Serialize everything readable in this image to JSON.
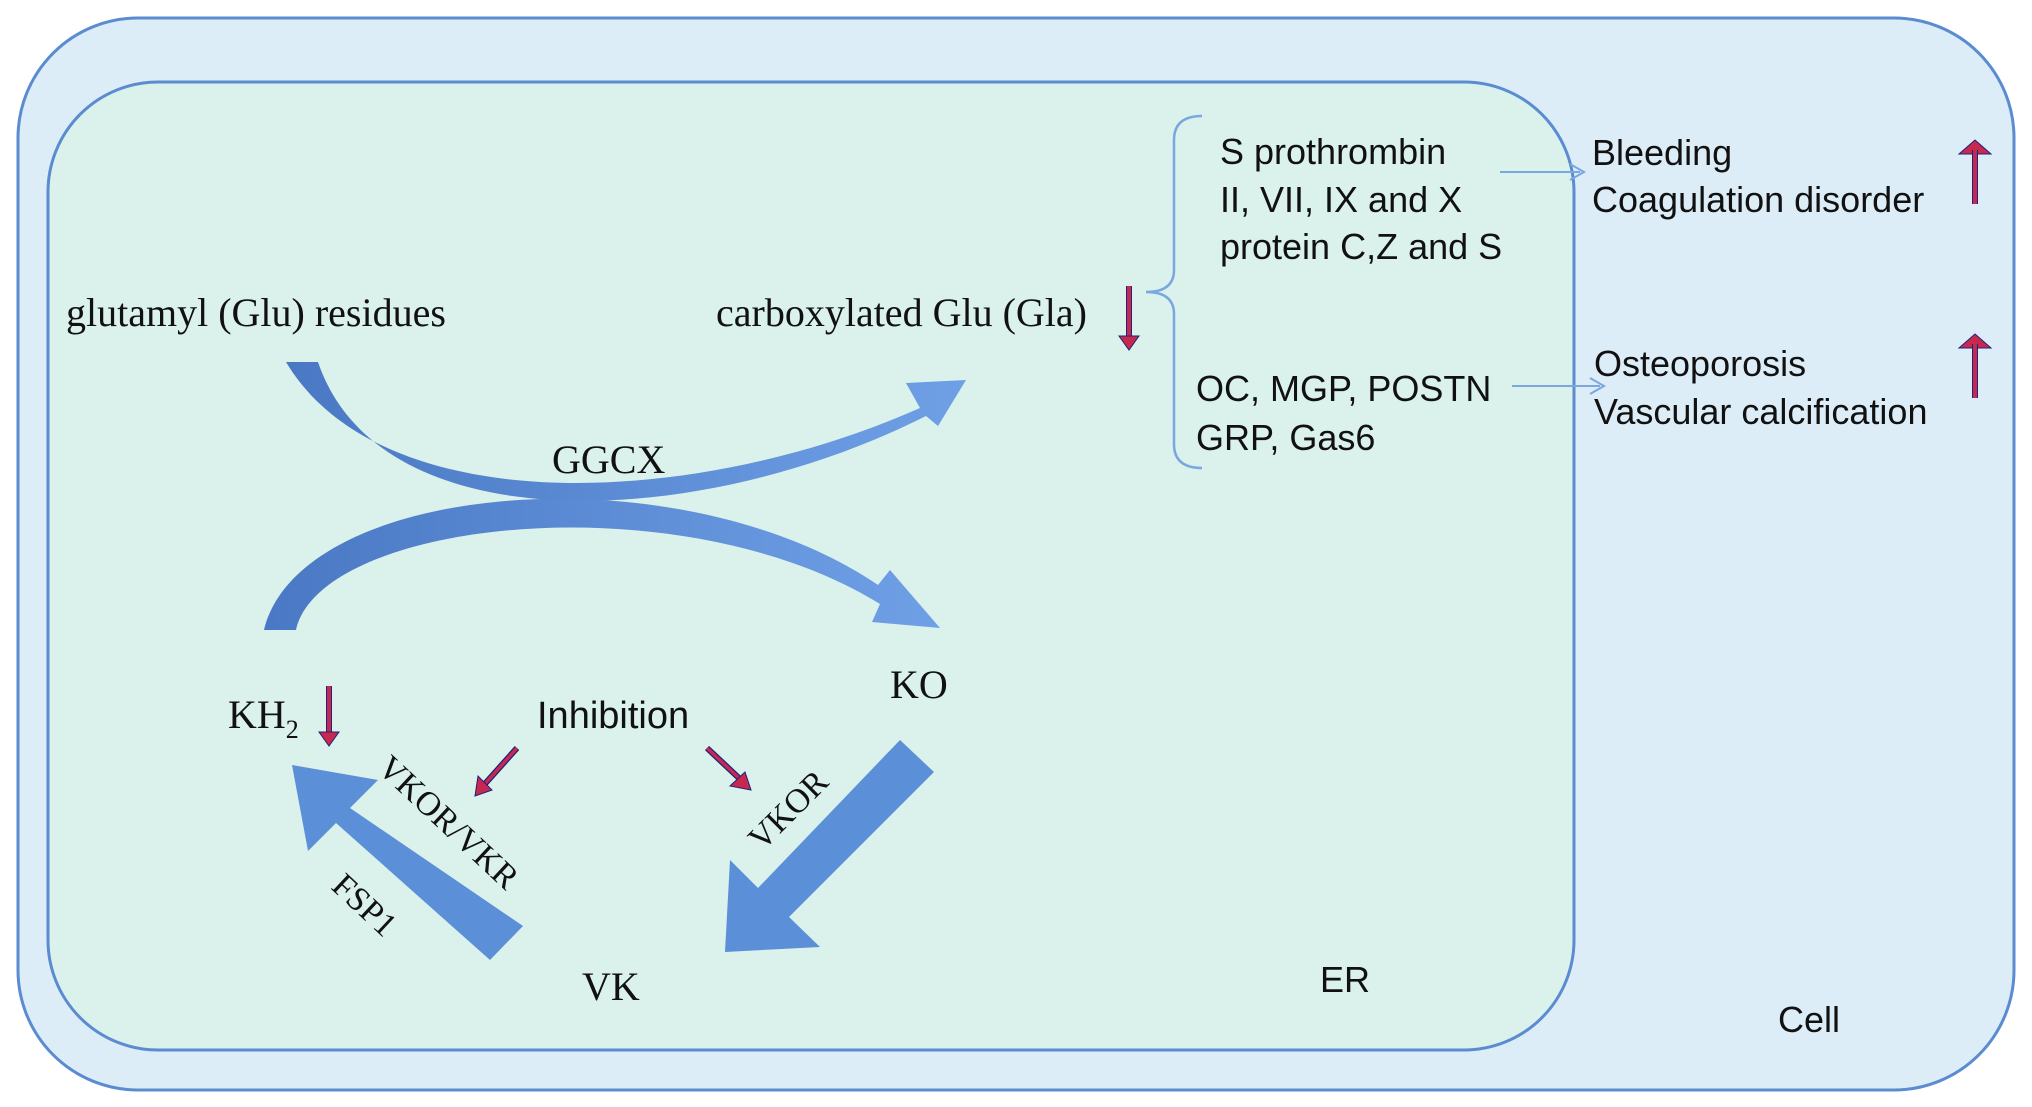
{
  "cell_label": "Cell",
  "er_label": "ER",
  "glu": "glutamyl (Glu) residues",
  "gla": "carboxylated Glu (Gla)",
  "ggcx": "GGCX",
  "kh2": {
    "base": "KH",
    "sub": "2"
  },
  "ko": "KO",
  "vk": "VK",
  "inhibition": "Inhibition",
  "enzymes": {
    "vkor_vkr": "VKOR/VKR",
    "fsp1": "FSP1",
    "vkor": "VKOR"
  },
  "coag_proteins": [
    "S prothrombin",
    "II, VII, IX and X",
    "protein C,Z and S"
  ],
  "bone_proteins": [
    "OC, MGP, POSTN",
    "GRP, Gas6"
  ],
  "coag_outcomes": [
    "Bleeding",
    "Coagulation disorder"
  ],
  "bone_outcomes": [
    "Osteoporosis",
    "Vascular calcification"
  ],
  "colors": {
    "cell_fill": "#dcedf7",
    "cell_stroke": "#5b8bd0",
    "er_fill": "#daf1ec",
    "er_stroke": "#5b8bd0",
    "arrow_blue": "#5b8fd8",
    "arrow_red": "#c8284e",
    "arrow_red_edge": "#1a237e",
    "thin_arrow": "#7aa7e0"
  }
}
